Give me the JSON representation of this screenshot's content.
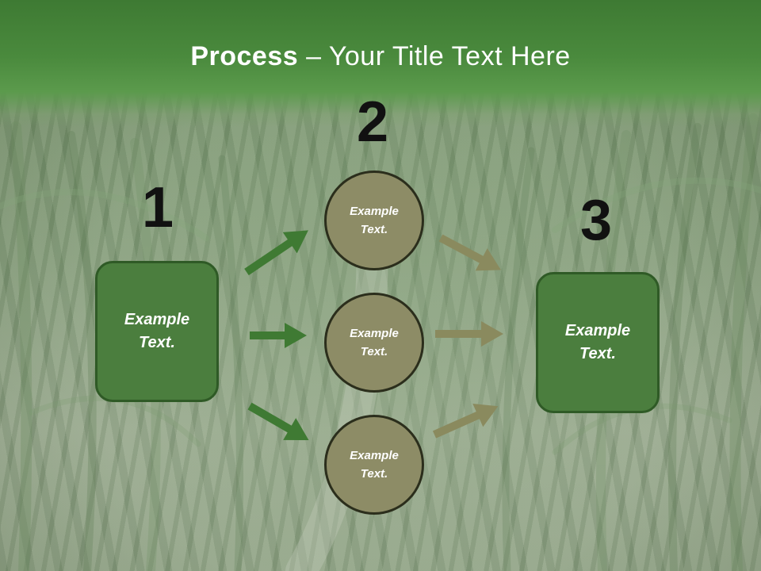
{
  "title": {
    "bold": "Process",
    "separator": " – ",
    "rest": "Your Title Text Here"
  },
  "steps": {
    "one": {
      "number": "1",
      "text": "Example\nText."
    },
    "two": {
      "number": "2",
      "circles": [
        {
          "text": "Example\nText."
        },
        {
          "text": "Example\nText."
        },
        {
          "text": "Example\nText."
        }
      ]
    },
    "three": {
      "number": "3",
      "text": "Example\nText."
    }
  },
  "colors": {
    "header_green": "#4a8a3d",
    "box_green": "#4b7e3e",
    "circle_olive": "#8d8c66",
    "arrow_green": "#3f7a33",
    "arrow_olive": "#8a8a5e"
  }
}
